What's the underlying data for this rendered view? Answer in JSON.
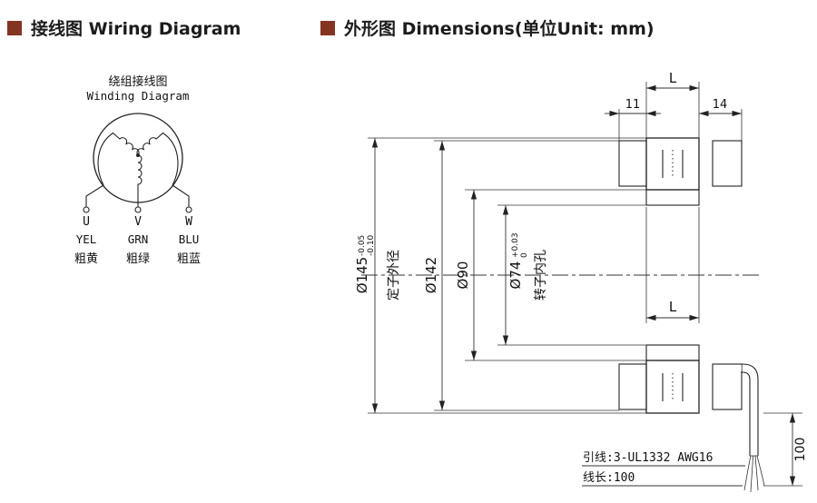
{
  "page": {
    "bg": "#ffffff",
    "accent": "#843422"
  },
  "headers": {
    "wiring": "接线图 Wiring Diagram",
    "dimensions": "外形图 Dimensions(单位Unit: mm)"
  },
  "winding": {
    "title_cn": "绕组接线图",
    "title_en": "Winding Diagram",
    "terminals": [
      {
        "phase": "U",
        "code": "YEL",
        "cn": "粗黄"
      },
      {
        "phase": "V",
        "code": "GRN",
        "cn": "粗绿"
      },
      {
        "phase": "W",
        "code": "BLU",
        "cn": "粗蓝"
      }
    ]
  },
  "drawing": {
    "dim_top_length": "L",
    "dim_left_overhang": "11",
    "dim_right_overhang": "14",
    "dim_outer": "Ø145",
    "dim_outer_tol_hi": "-0.05",
    "dim_outer_tol_lo": "-0.10",
    "dim_outer_label": "定子外径",
    "dim_od2": "Ø142",
    "dim_bore": "Ø90",
    "dim_rotor": "Ø74",
    "dim_rotor_tol_hi": "+0.03",
    "dim_rotor_tol_lo": "0",
    "dim_rotor_label": "转子内孔",
    "dim_stack_length": "L",
    "dim_wire_length": "100",
    "note_lead": "引线:3-UL1332 AWG16",
    "note_length": "线长:100"
  }
}
